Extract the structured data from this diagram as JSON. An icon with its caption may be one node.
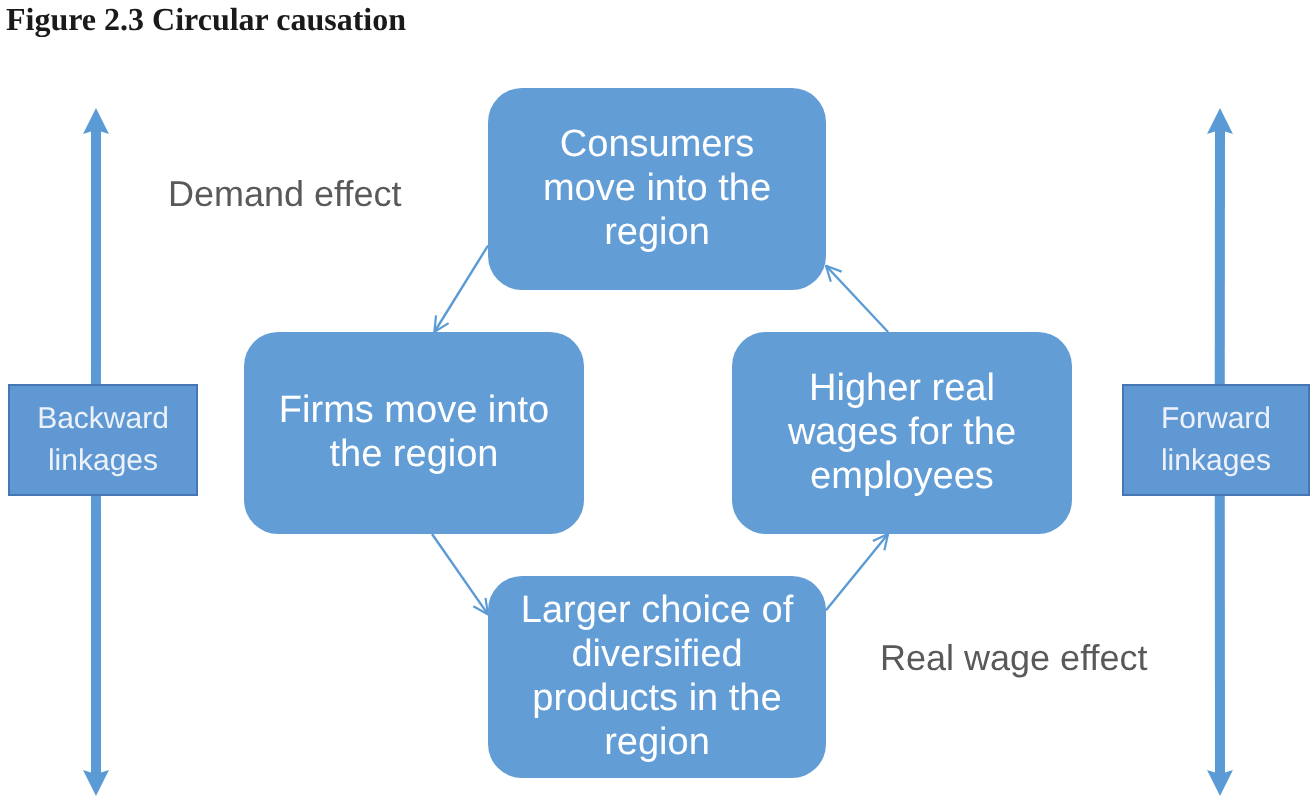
{
  "diagram": {
    "title": "Figure 2.3 Circular causation",
    "nodes": [
      {
        "text": [
          "Consumers move into the region"
        ]
      },
      {
        "text": [
          "Firms move into the region"
        ]
      },
      {
        "text": [
          "Higher real wages for the employees"
        ]
      },
      {
        "text": [
          "Larger choice of diversified products in the region"
        ]
      },
      {
        "text": [
          "Backward linkages"
        ]
      },
      {
        "text": [
          "Forward linkages"
        ]
      }
    ],
    "edges": [
      {
        "from": 0,
        "to": 1,
        "arrow": "to"
      },
      {
        "from": 1,
        "to": 3,
        "arrow": "to"
      },
      {
        "from": 3,
        "to": 2,
        "arrow": "to"
      },
      {
        "from": 2,
        "to": 0,
        "arrow": "to"
      },
      {
        "from": 4,
        "to": null,
        "arrow": "to",
        "style": "thick"
      },
      {
        "from": 4,
        "to": null,
        "arrow": "to",
        "style": "thick"
      },
      {
        "from": 5,
        "to": null,
        "arrow": "to",
        "style": "thick"
      },
      {
        "from": 5,
        "to": null,
        "arrow": "to",
        "style": "thick"
      }
    ],
    "labels": [
      "Demand effect",
      "Real wage effect"
    ]
  }
}
